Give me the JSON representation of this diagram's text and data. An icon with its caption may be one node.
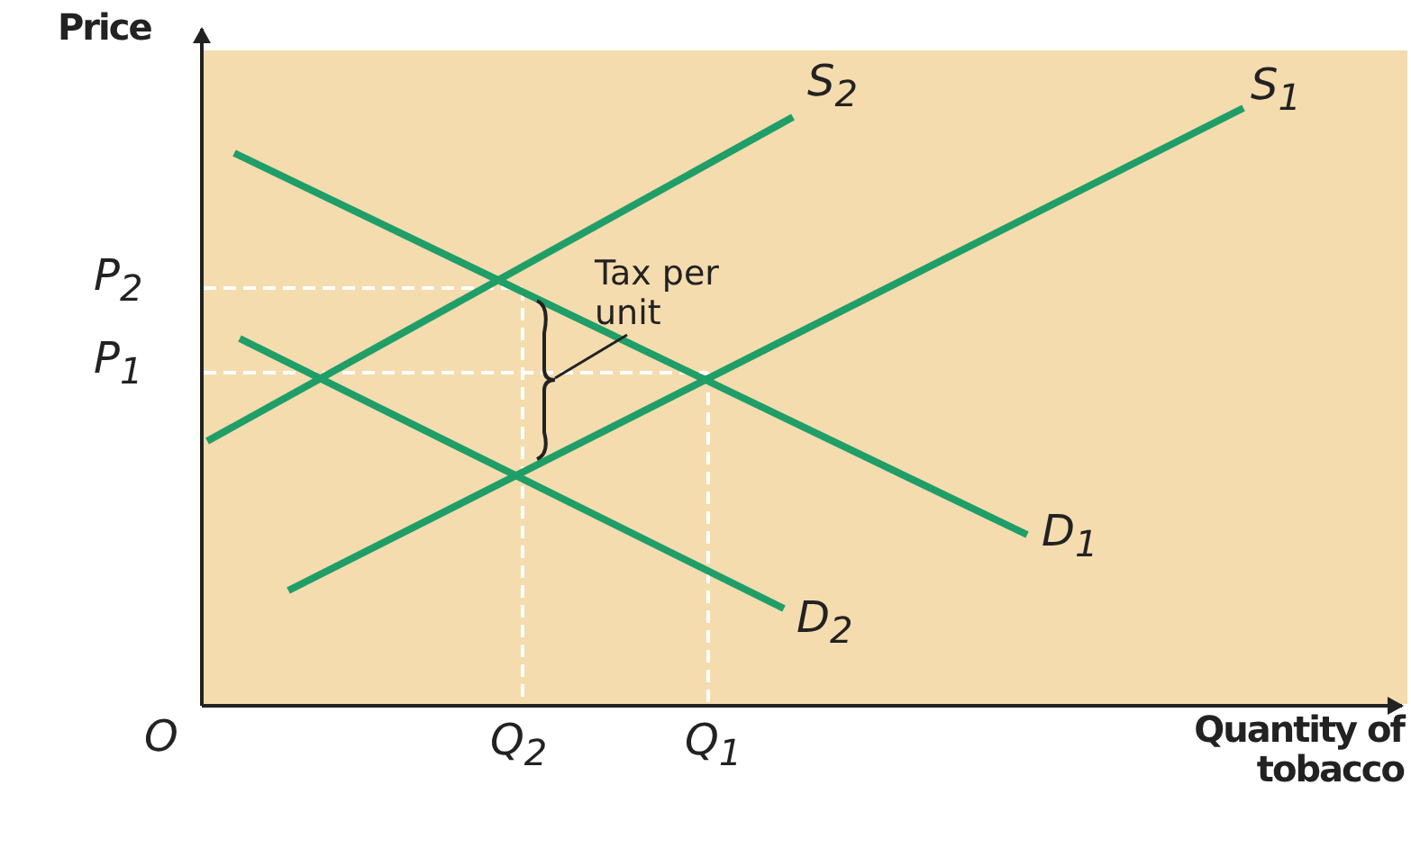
{
  "diagram": {
    "nodes": [
      {
        "text": [
          "Tax per unit"
        ]
      },
      {
        "text": [],
        "shape": "bracket"
      }
    ],
    "edges": [
      {
        "from": 0,
        "to": 1,
        "arrow": "none"
      }
    ],
    "labels": [
      "Price",
      "S$_{2}$",
      "S$_{1}$",
      "P$_{2}$",
      "P$_{1}$",
      "D$_{1}$",
      "D$_{2}$",
      "O",
      "Q$_{2}$",
      "Q$_{1}$",
      "Quantity of tobacco"
    ]
  }
}
